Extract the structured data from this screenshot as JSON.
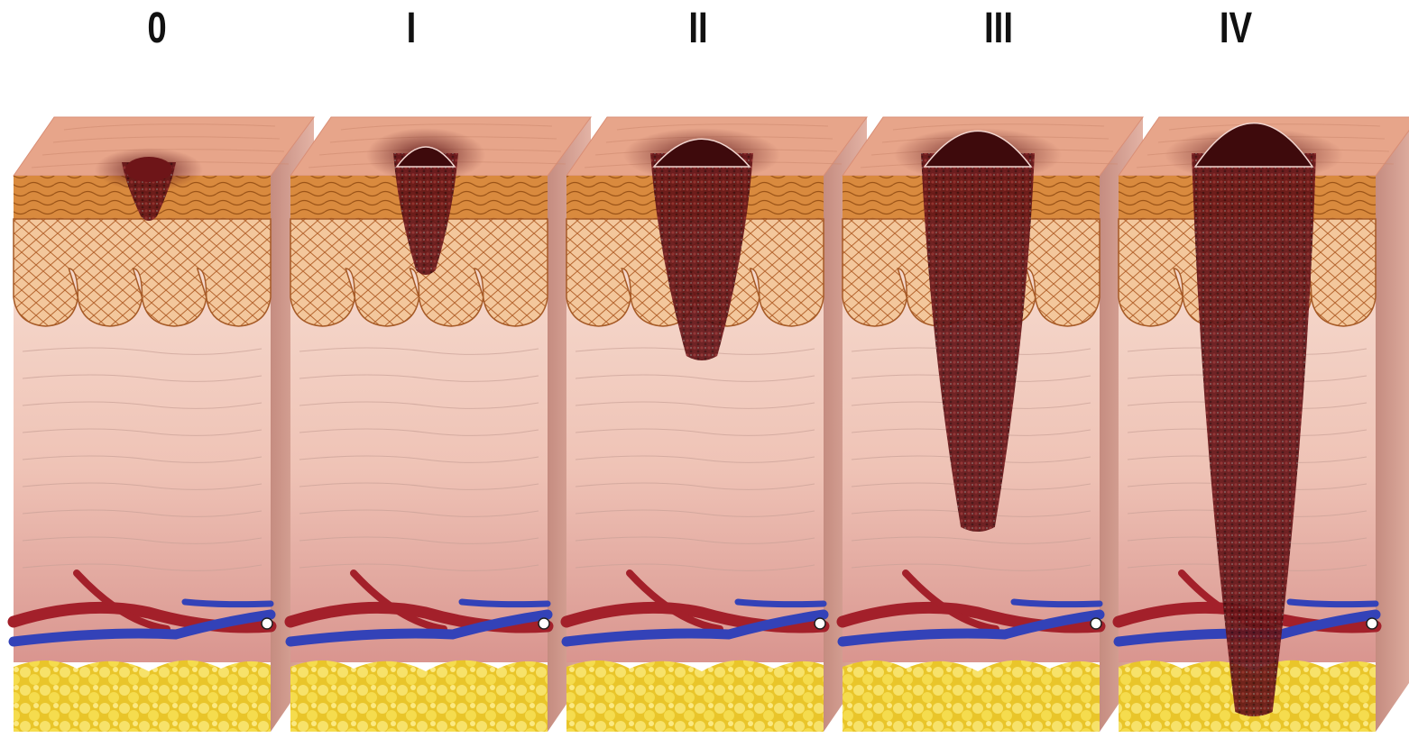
{
  "stages": [
    {
      "label": "0",
      "depth_level": 0
    },
    {
      "label": "I",
      "depth_level": 1
    },
    {
      "label": "II",
      "depth_level": 2
    },
    {
      "label": "III",
      "depth_level": 3
    },
    {
      "label": "IV",
      "depth_level": 4
    }
  ],
  "colors": {
    "surface": "#e7a58a",
    "surface_edge": "#d98e75",
    "stratum": "#d9863e",
    "epidermis": "#f0c296",
    "dermis_top": "#f7ddd0",
    "dermis_bottom": "#d99a96",
    "artery": "#a3202a",
    "vein": "#3342b8",
    "fat": "#f2d73c",
    "fat_shadow": "#c9a922",
    "tumor": "#6e1518",
    "tumor_dark": "#3e0a0c",
    "side_face": "#c78f82"
  }
}
